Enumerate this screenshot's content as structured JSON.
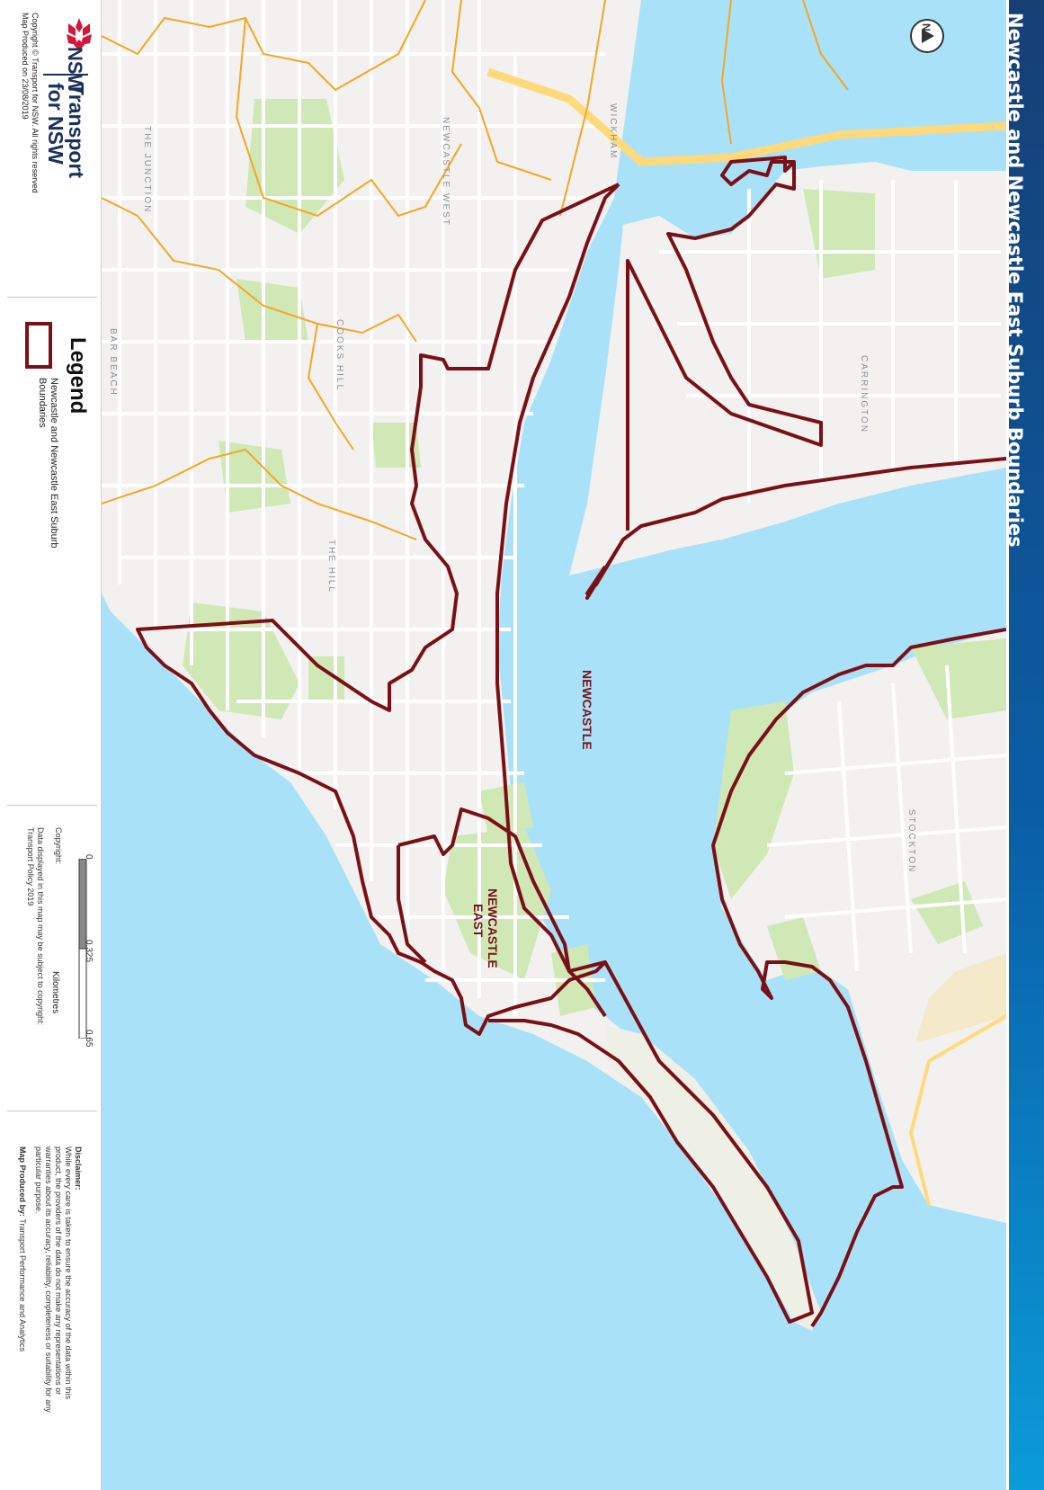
{
  "title": "Newcastle and Newcastle East Suburb Boundaries",
  "branding": {
    "org_short": "NSW",
    "org_line1": "Transport",
    "org_line2": "for NSW",
    "copyright_line": "Copyright © Transport for NSW. All rights reserved",
    "produced_on": "Map Produced on 23/08/2019"
  },
  "legend": {
    "title": "Legend",
    "items": [
      {
        "label": "Newcastle and Newcastle East Suburb Boundaries",
        "color": "#7a1016"
      }
    ]
  },
  "scale": {
    "ticks": [
      "0",
      "0.325",
      "0.65"
    ],
    "unit": "Kilometres"
  },
  "copyright": {
    "heading": "Copyright:",
    "body": "Data displayed in this map may be subject to copyright: Transport Policy 2019"
  },
  "disclaimer": {
    "heading": "Disclaimer:",
    "body": "While every care is taken to ensure the accuracy of the data within this product, the providers of the data do not make any representations or warranties about its accuracy, reliability, completeness or suitability for any particular purpose.",
    "produced_by_label": "Map Produced by:",
    "produced_by": "Transport Performance and Analytics"
  },
  "map": {
    "north_arrow": "N",
    "suburb_labels": {
      "newcastle": "NEWCASTLE",
      "newcastle_east_1": "NEWCASTLE",
      "newcastle_east_2": "EAST"
    },
    "area_labels": [
      "CARRINGTON",
      "STOCKTON",
      "WICKHAM",
      "NEWCASTLE WEST",
      "COOKS HILL",
      "THE HILL",
      "THE JUNCTION",
      "BAR BEACH"
    ],
    "colors": {
      "water": "#a9e2f8",
      "land": "#f2f1ef",
      "park": "#cfe8b6",
      "road": "#ffffff",
      "highway": "#ffd97a",
      "suburb_boundary": "#7a1016",
      "other_boundary": "#f5a623"
    }
  }
}
